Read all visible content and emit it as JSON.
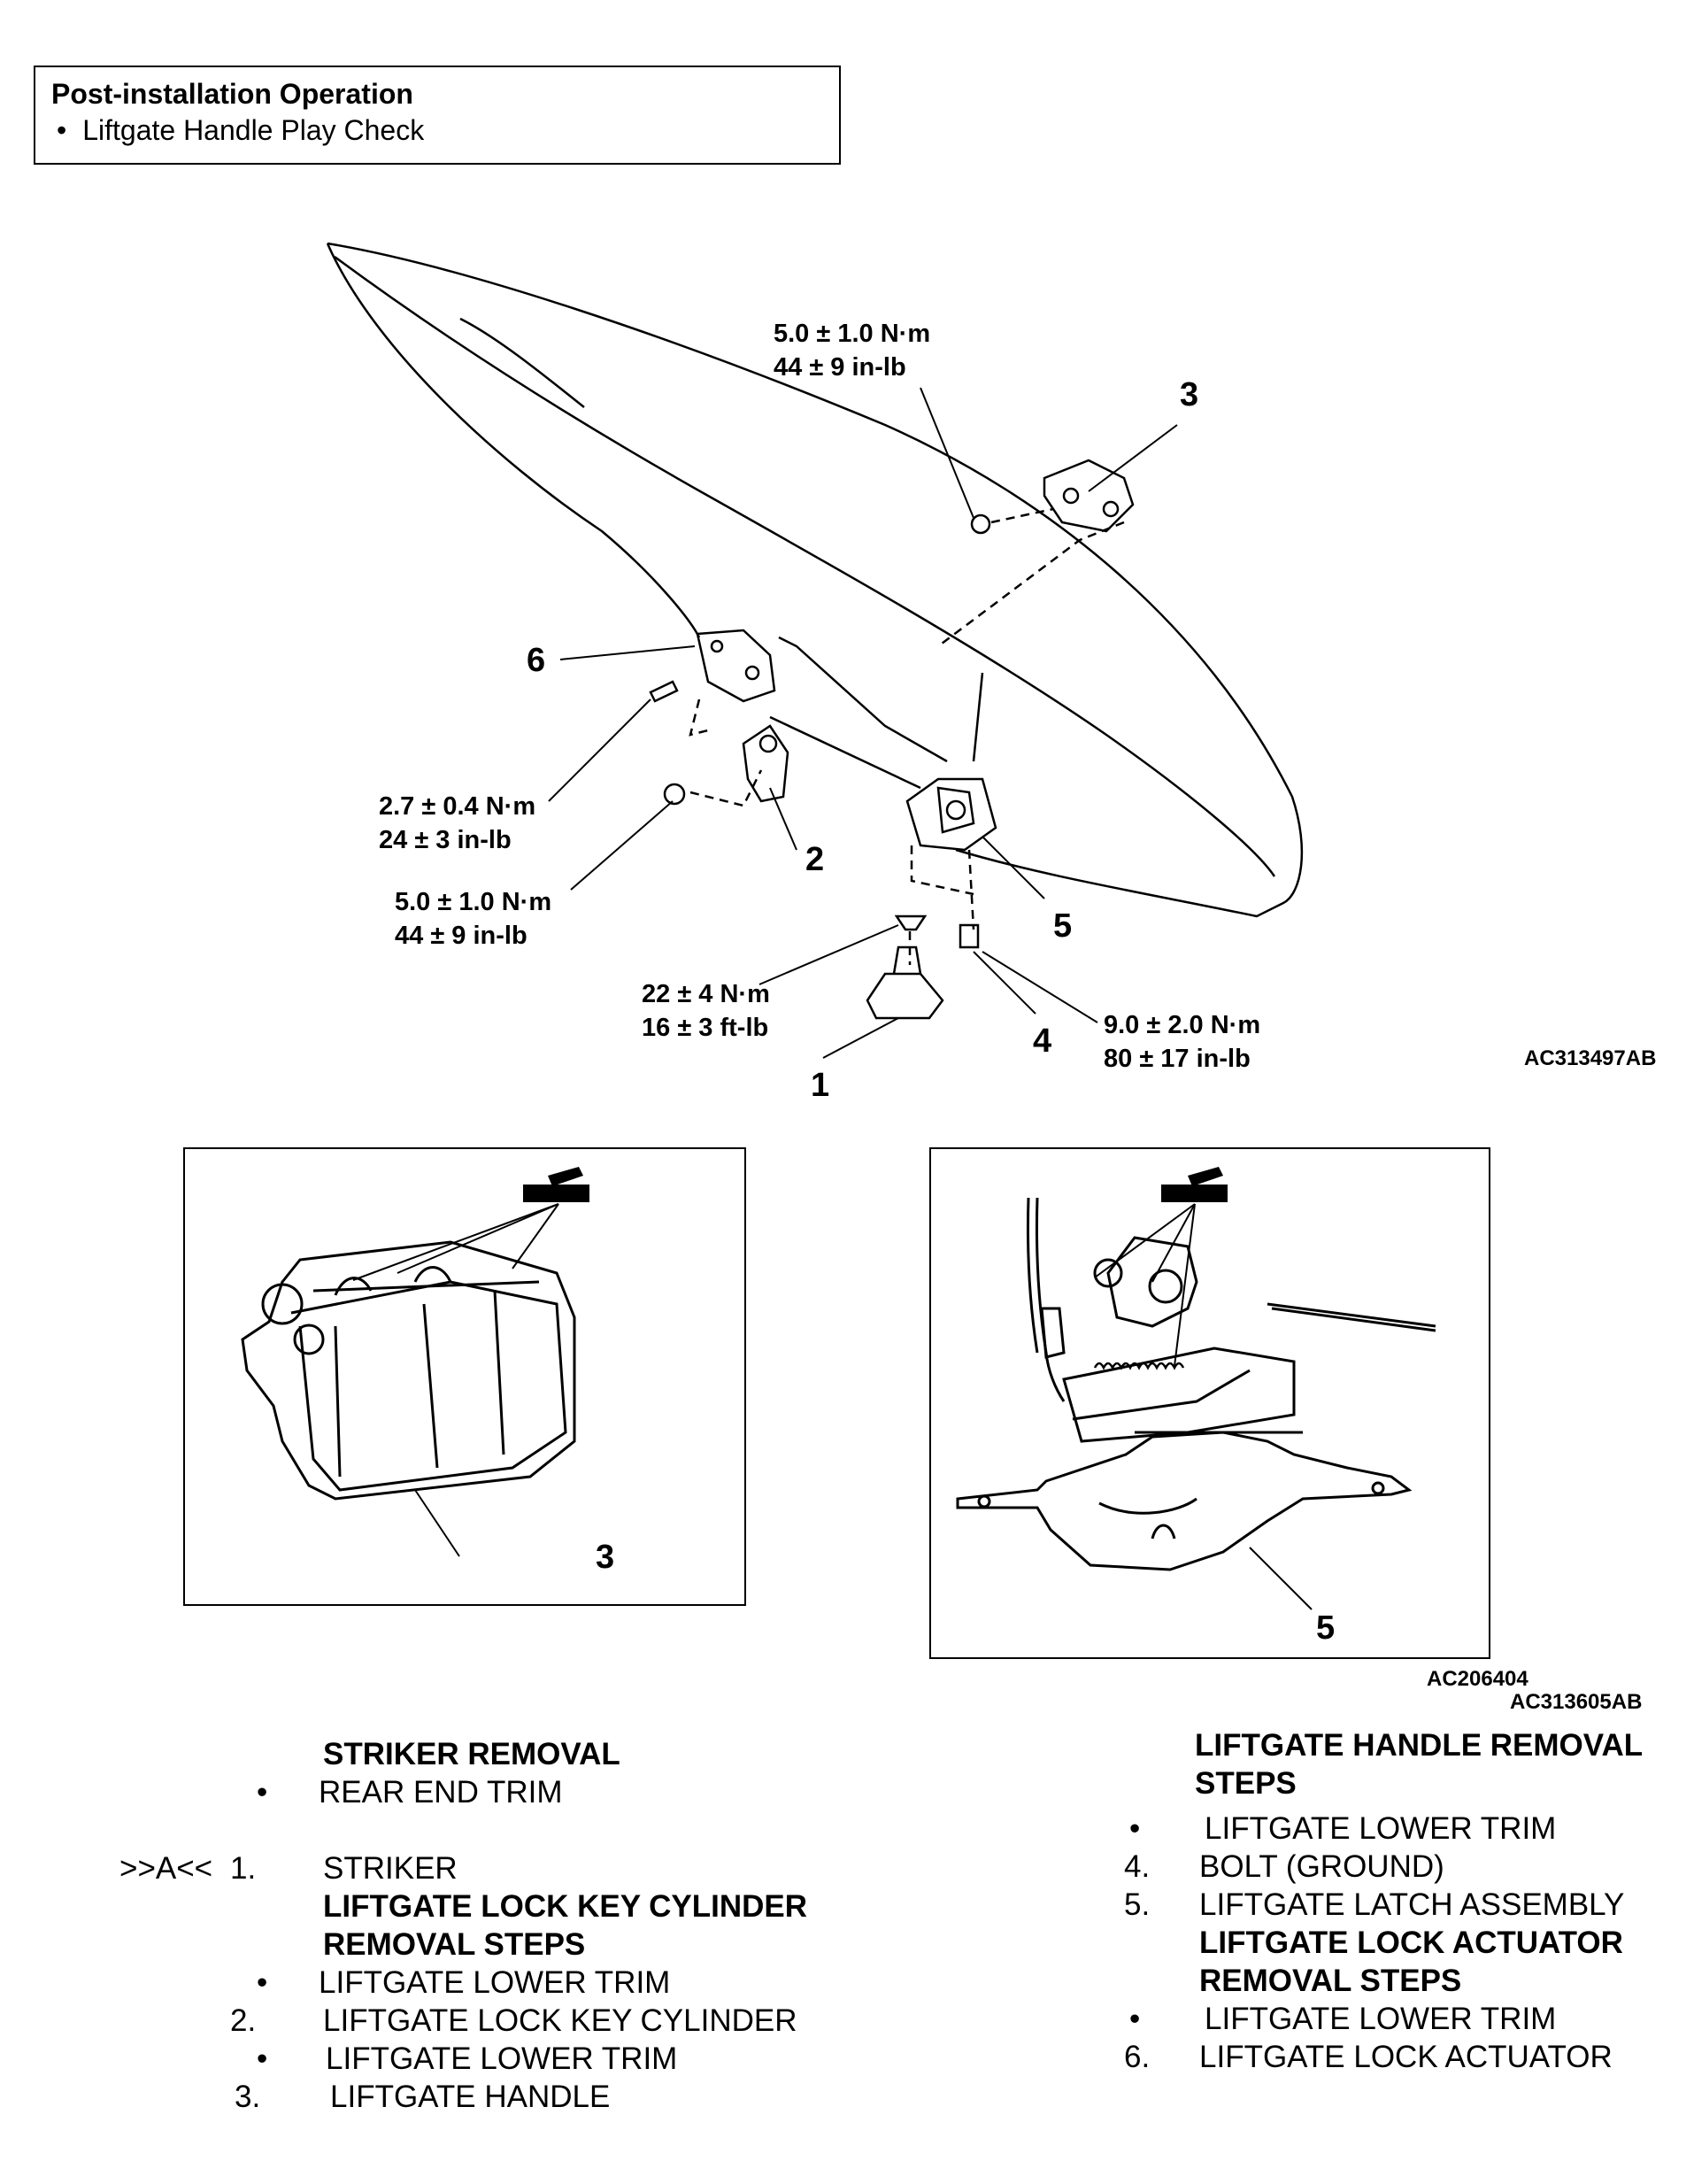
{
  "post_install": {
    "title": "Post-installation Operation",
    "items": [
      "Liftgate Handle Play Check"
    ]
  },
  "diagram": {
    "callouts": [
      "1",
      "2",
      "3",
      "4",
      "5",
      "6"
    ],
    "torques": [
      {
        "id": "t3",
        "metric": "5.0 ± 1.0 N·m",
        "imperial": "44 ± 9 in-lb"
      },
      {
        "id": "t6",
        "metric": "2.7 ± 0.4 N·m",
        "imperial": "24 ± 3 in-lb"
      },
      {
        "id": "t2",
        "metric": "5.0 ± 1.0 N·m",
        "imperial": "44 ± 9 in-lb"
      },
      {
        "id": "t1",
        "metric": "22 ± 4 N·m",
        "imperial": "16 ± 3 ft-lb"
      },
      {
        "id": "t4",
        "metric": "9.0 ± 2.0 N·m",
        "imperial": "80 ± 17 in-lb"
      }
    ],
    "code": "AC313497AB"
  },
  "detail_left": {
    "callout": "3"
  },
  "detail_right": {
    "callout": "5",
    "code_1": "AC206404",
    "code_2": "AC313605AB"
  },
  "left_list": {
    "heading_1": "STRIKER REMOVAL",
    "bullet_1": "REAR END TRIM",
    "prefix": ">>A<<",
    "item_1_num": "1.",
    "item_1": "STRIKER",
    "heading_2a": "LIFTGATE LOCK KEY CYLINDER",
    "heading_2b": "REMOVAL STEPS",
    "bullet_2": "LIFTGATE LOWER TRIM",
    "item_2_num": "2.",
    "item_2": "LIFTGATE LOCK KEY CYLINDER",
    "bullet_3": "LIFTGATE LOWER TRIM",
    "item_3_num": "3.",
    "item_3": "LIFTGATE HANDLE"
  },
  "right_list": {
    "heading_1a": "LIFTGATE HANDLE REMOVAL",
    "heading_1b": "STEPS",
    "bullet_1": "LIFTGATE LOWER TRIM",
    "item_4_num": "4.",
    "item_4": "BOLT (GROUND)",
    "item_5_num": "5.",
    "item_5": "LIFTGATE LATCH ASSEMBLY",
    "heading_2a": "LIFTGATE LOCK ACTUATOR",
    "heading_2b": "REMOVAL STEPS",
    "bullet_2": "LIFTGATE LOWER TRIM",
    "item_6_num": "6.",
    "item_6": "LIFTGATE LOCK ACTUATOR"
  },
  "bullet_glyph": "•"
}
